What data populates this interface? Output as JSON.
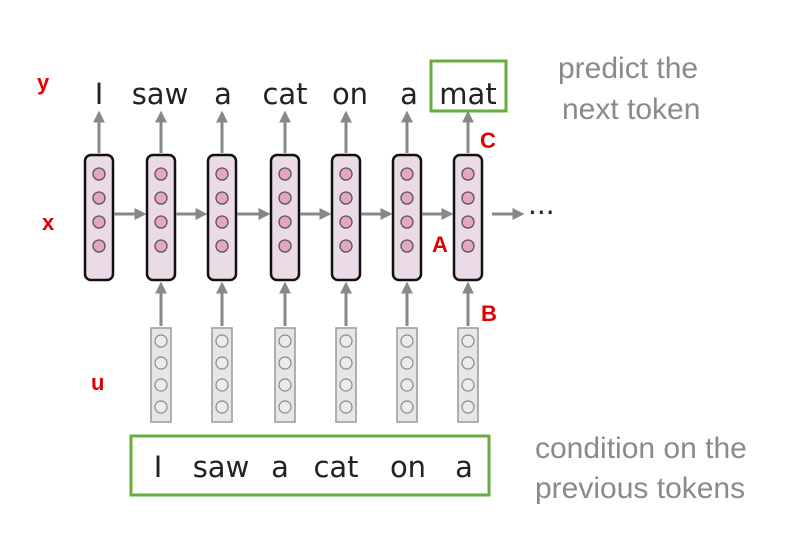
{
  "output_tokens": [
    "I",
    "saw",
    "a",
    "cat",
    "on",
    "a",
    "mat"
  ],
  "input_tokens": [
    "I",
    "saw",
    "a",
    "cat",
    "on",
    "a"
  ],
  "ellipsis": "···",
  "predict_text": [
    "predict the",
    "next token"
  ],
  "condition_text": [
    "condition on the",
    "previous tokens"
  ],
  "labels": {
    "y": "y",
    "x": "x",
    "u": "u",
    "A": "A",
    "B": "B",
    "C": "C"
  },
  "colors": {
    "highlight_box": "#6aad3f",
    "label_red": "#e00000",
    "side_text": "#8a8a8a",
    "hidden_fill": "#eadbe6",
    "hidden_dot": "#e5a5c3",
    "embed_fill": "#e6e6e6",
    "arrow": "#888888"
  }
}
